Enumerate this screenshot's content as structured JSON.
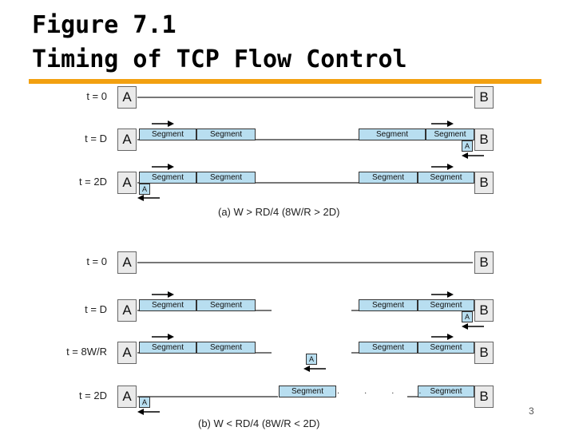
{
  "slide": {
    "title_line1": "Figure 7.1",
    "title_line2": "Timing of TCP Flow Control",
    "page_number": "3",
    "accent_color": "#f2a010"
  },
  "diagram_a": {
    "caption": "(a) W > RD/4 (8W/R > 2D)",
    "rows": [
      {
        "time": "t = 0"
      },
      {
        "time": "t = D"
      },
      {
        "time": "t = 2D"
      }
    ]
  },
  "diagram_b": {
    "caption": "(b) W < RD/4 (8W/R < 2D)",
    "rows": [
      {
        "time": "t = 0"
      },
      {
        "time": "t = D"
      },
      {
        "time": "t = 8W/R"
      },
      {
        "time": "t = 2D"
      }
    ]
  },
  "labels": {
    "station_a": "A",
    "station_b": "B",
    "segment": "Segment",
    "ack": "A"
  },
  "icons": {
    "right_arrow": "right-arrow-icon",
    "left_arrow": "left-arrow-icon"
  }
}
